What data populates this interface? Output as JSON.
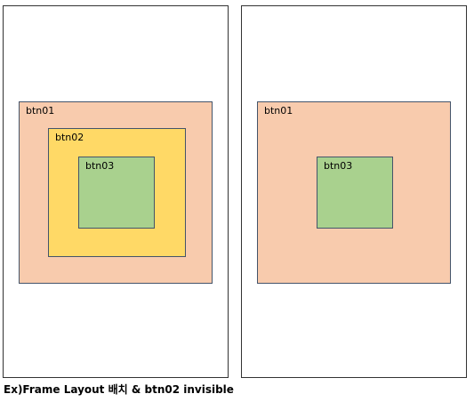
{
  "diagrams": [
    {
      "boxes": [
        {
          "label": "btn01",
          "color": "#f8cbad"
        },
        {
          "label": "btn02",
          "color": "#ffd966"
        },
        {
          "label": "btn03",
          "color": "#a9d18e"
        }
      ]
    },
    {
      "boxes": [
        {
          "label": "btn01",
          "color": "#f8cbad"
        },
        {
          "label": "btn03",
          "color": "#a9d18e"
        }
      ]
    }
  ],
  "caption": "Ex)Frame Layout 배치 & btn02 invisible"
}
